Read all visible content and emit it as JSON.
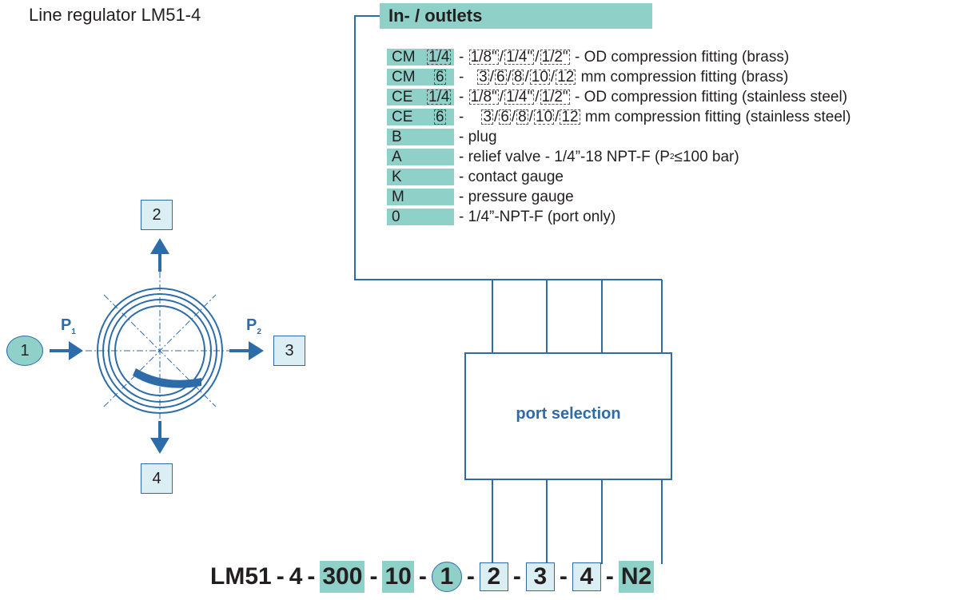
{
  "title": "Line regulator LM51-4",
  "inlets_header": "In- / outlets",
  "options": [
    {
      "code": "CM",
      "size": "1/4",
      "dash": "-",
      "sizes": [
        "1/8\"",
        "1/4\"",
        "1/2\""
      ],
      "desc": "- OD compression fitting (brass)"
    },
    {
      "code": "CM",
      "size": "6",
      "dash": "-",
      "sizes": [
        "3",
        "6",
        "8",
        "10",
        "12"
      ],
      "desc": "mm compression fitting (brass)"
    },
    {
      "code": "CE",
      "size": "1/4",
      "dash": "-",
      "sizes": [
        "1/8\"",
        "1/4\"",
        "1/2\""
      ],
      "desc": "- OD compression fitting (stainless steel)"
    },
    {
      "code": "CE",
      "size": "6",
      "dash": "-",
      "sizes": [
        "3",
        "6",
        "8",
        "10",
        "12"
      ],
      "desc": "mm compression fitting (stainless steel)"
    },
    {
      "code": "B",
      "desc": "- plug"
    },
    {
      "code": "A",
      "desc_pre": "- relief valve - 1/4”-18 NPT-F (P",
      "desc_sub": "2",
      "desc_post": "≤100 bar)"
    },
    {
      "code": "K",
      "desc": "- contact gauge"
    },
    {
      "code": "M",
      "desc": "- pressure gauge"
    },
    {
      "code": "0",
      "desc": "- 1/4”-NPT-F (port only)"
    }
  ],
  "port_selection_label": "port selection",
  "ports": {
    "p1": "1",
    "p2": "2",
    "p3": "3",
    "p4": "4"
  },
  "pressure_labels": {
    "inlet": "P",
    "inlet_sub": "1",
    "outlet": "P",
    "outlet_sub": "2"
  },
  "model_code": {
    "base": "LM51",
    "sep": "-",
    "variant": "4",
    "pressure": "300",
    "flow": "10",
    "port1": "1",
    "port2": "2",
    "port3": "3",
    "port4": "4",
    "gas": "N2"
  },
  "colors": {
    "accent": "#2d6ca8",
    "highlight": "#8fd1c8",
    "port_fill": "#dbeef3",
    "line": "#2d6ca8"
  }
}
